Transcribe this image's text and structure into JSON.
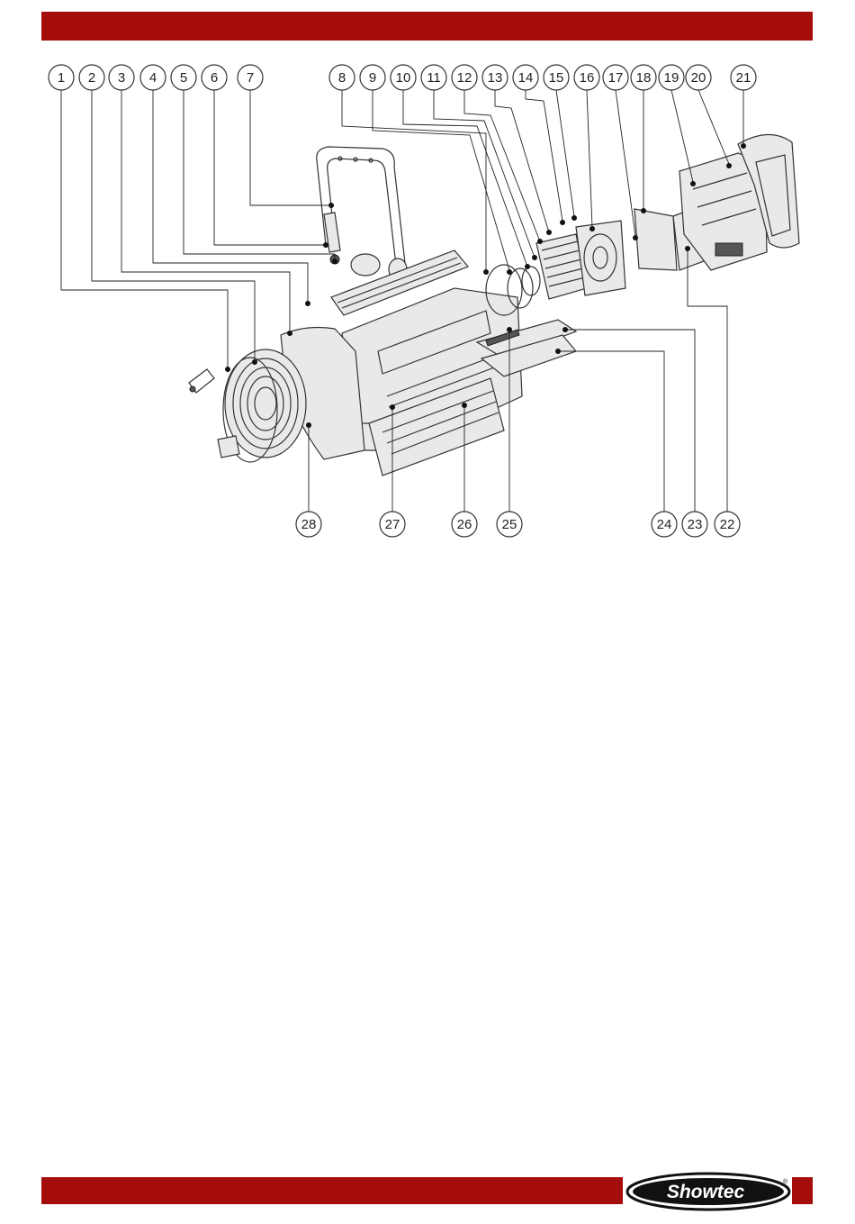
{
  "page": {
    "colors": {
      "brand_red": "#a50d0d",
      "text": "#222222",
      "background": "#ffffff"
    }
  },
  "callouts": {
    "top": [
      "1",
      "2",
      "3",
      "4",
      "5",
      "6",
      "7",
      "8",
      "9",
      "10",
      "11",
      "12",
      "13",
      "14",
      "15",
      "16",
      "17",
      "18",
      "19",
      "20",
      "21"
    ],
    "bottom": [
      "28",
      "27",
      "26",
      "25",
      "24",
      "23",
      "22"
    ]
  },
  "logo": {
    "text": "Showtec",
    "registered": "®"
  }
}
